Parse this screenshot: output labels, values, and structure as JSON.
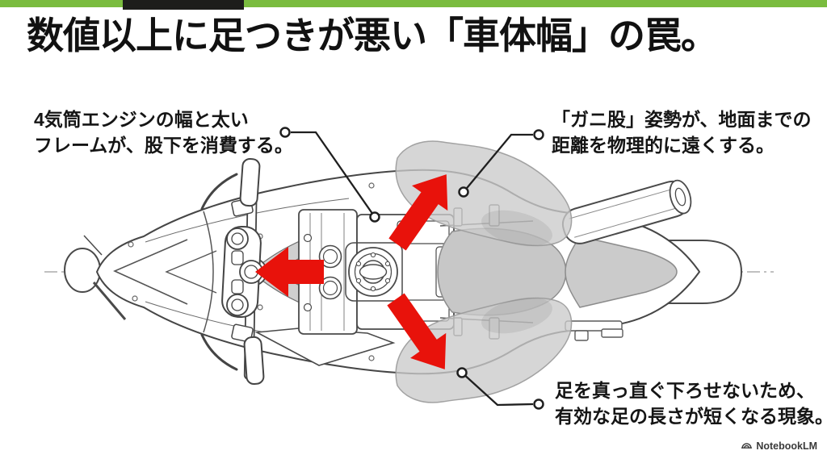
{
  "header": {
    "title": "数値以上に足つきが悪い「車体幅」の罠。"
  },
  "annotations": {
    "engine_width": {
      "line1": "4気筒エンジンの幅と太い",
      "line2": "フレームが、股下を消費する。"
    },
    "bowlegged": {
      "line1": "「ガニ股」姿勢が、地面までの",
      "line2": "距離を物理的に遠くする。"
    },
    "leg_length": {
      "line1": "足を真っ直ぐ下ろせないため、",
      "line2": "有効な足の長さが短くなる現象。"
    }
  },
  "footer": {
    "brand": "NotebookLM"
  },
  "colors": {
    "top_bar_green": "#7abc3f",
    "top_bar_black": "#1d1d1b",
    "arrow_red": "#e8120b",
    "outline_dark": "#464646",
    "leg_gray": "#cdcdcd",
    "seat_gray": "#c7c7c7"
  }
}
